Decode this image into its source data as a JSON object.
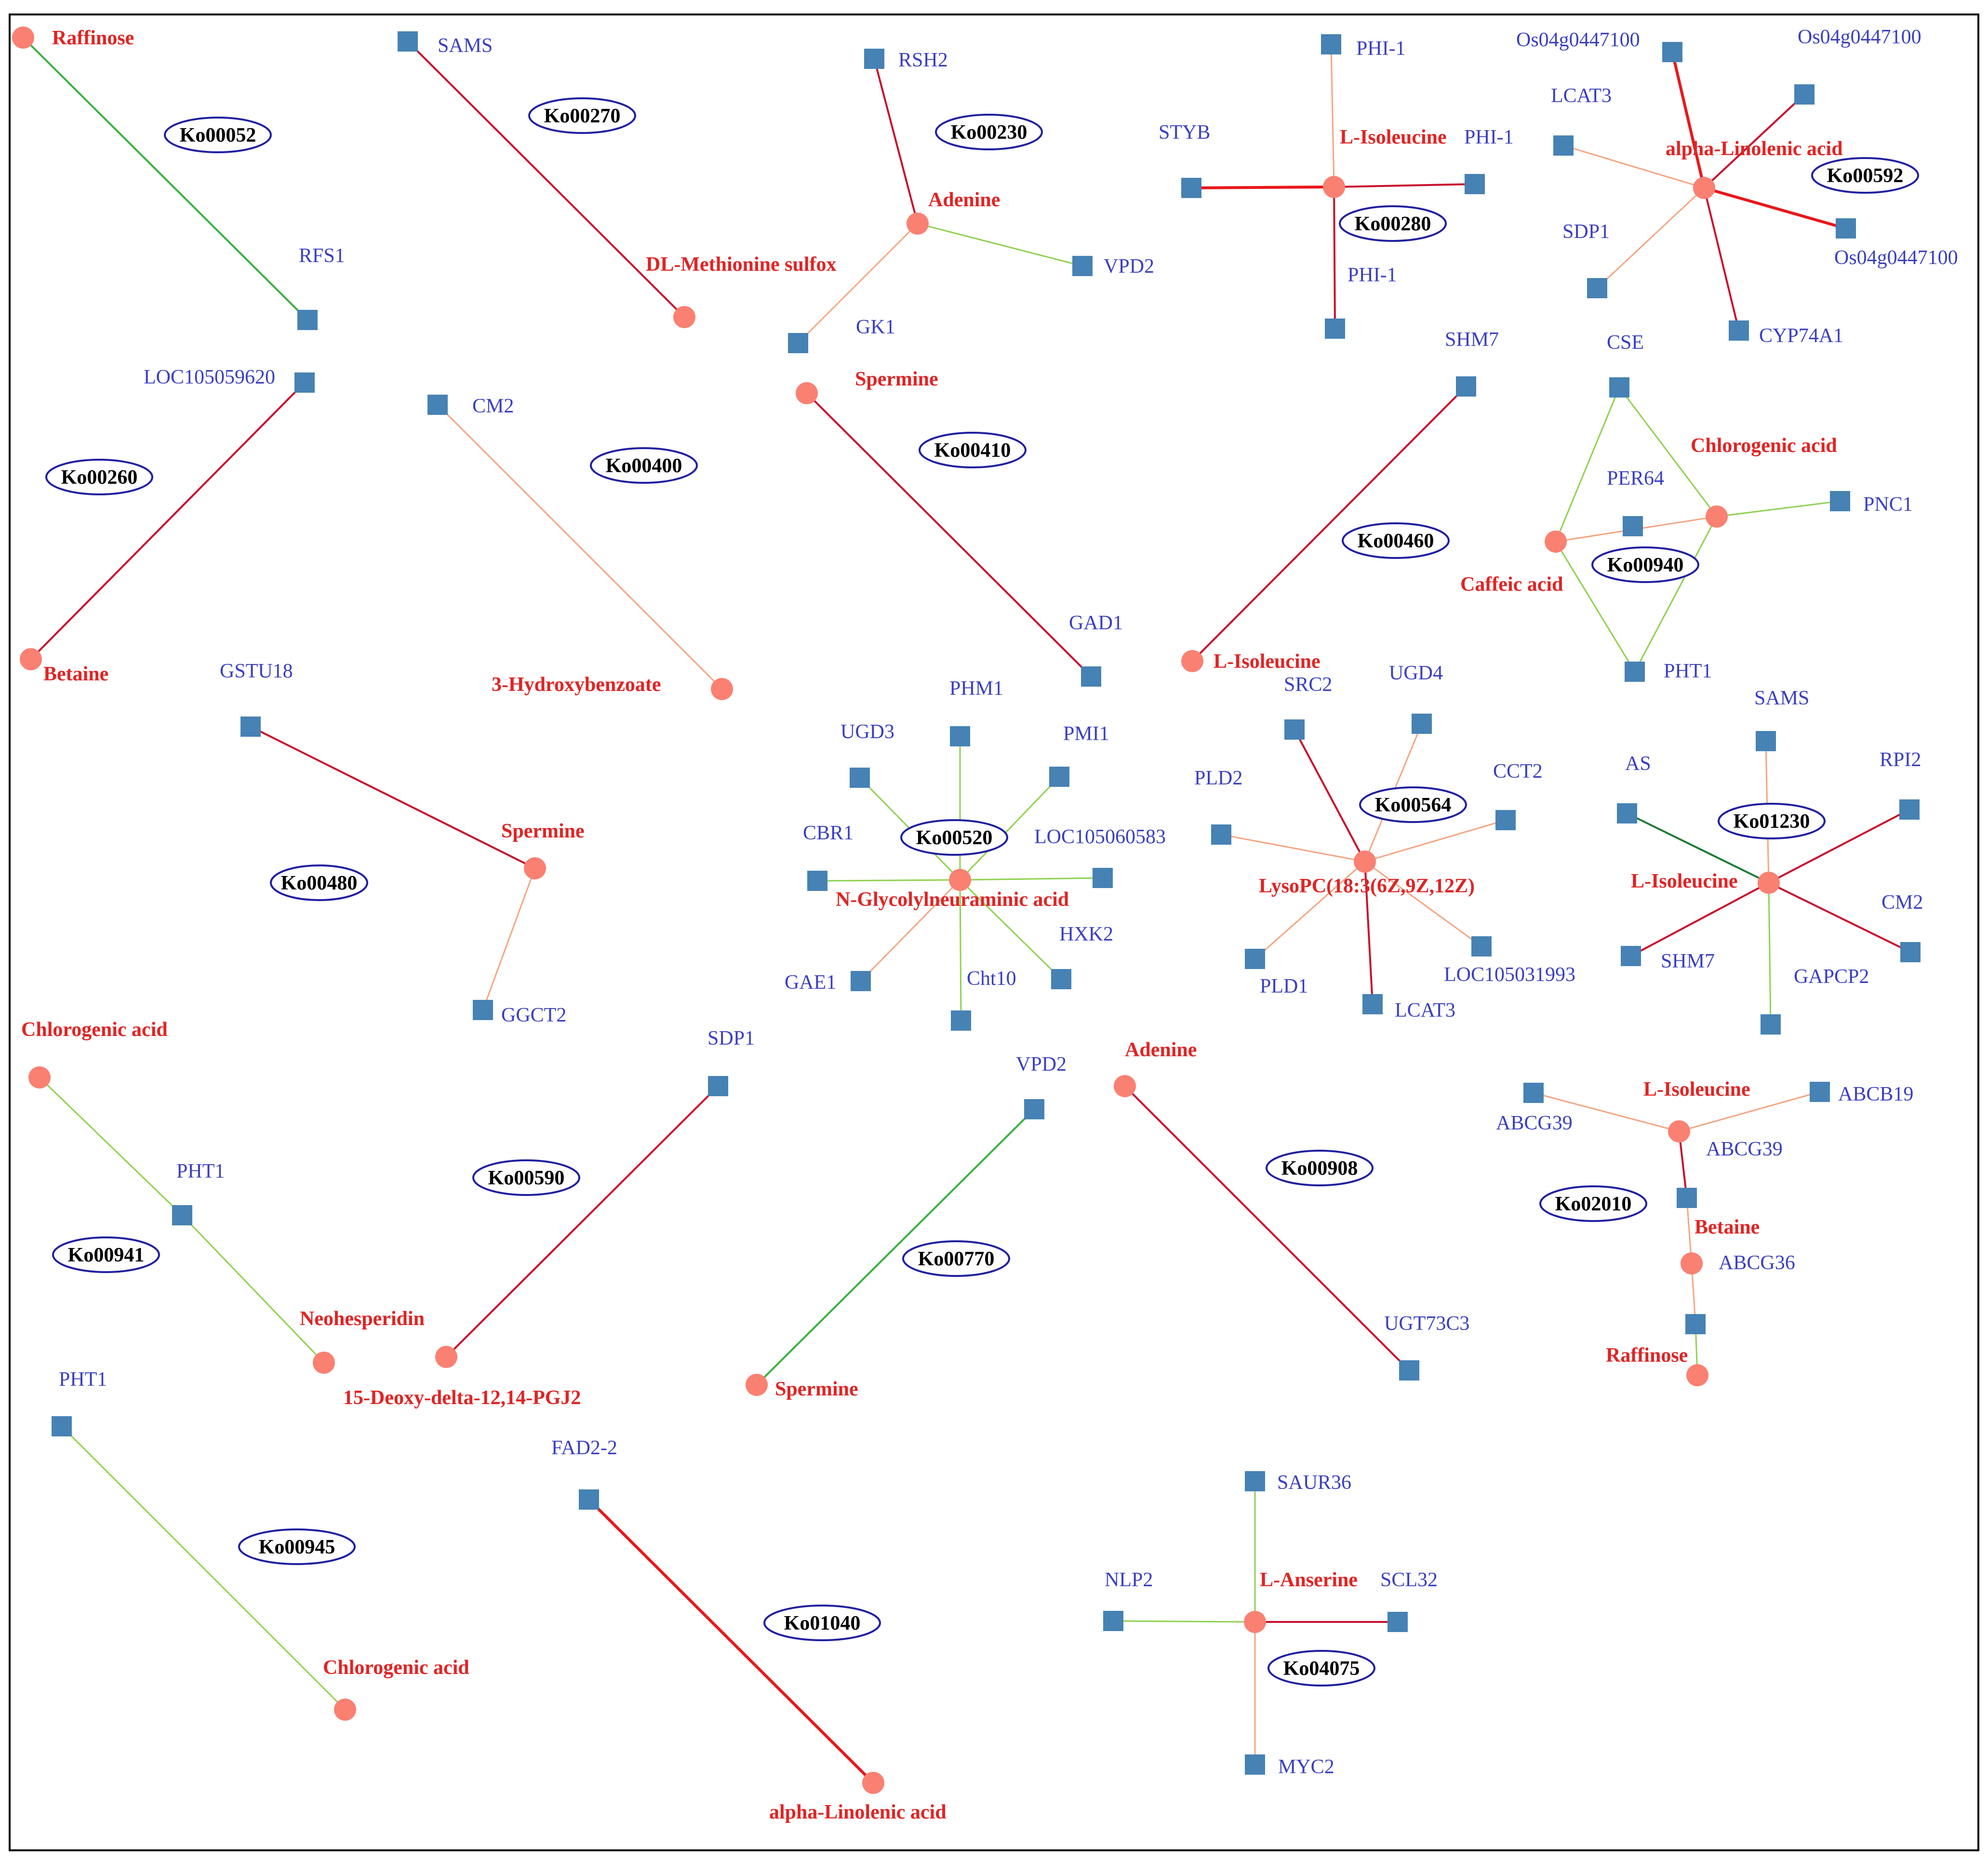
{
  "colors": {
    "gene": "#4682b4",
    "metabolite": "#fa8072",
    "gene_label": "#3a3fc0",
    "metabolite_label": "#e02424",
    "ko_border": "#2020a0",
    "frame": "#000000",
    "edge_crimson": "#c8102e",
    "edge_red": "#e8171c",
    "edge_salmon": "#f4a582",
    "edge_lightgreen": "#8fd14f",
    "edge_green": "#3cb043",
    "edge_darkgreen": "#1e7b34"
  },
  "clusters": [
    {
      "ko": "Ko00052",
      "nodes": [
        {
          "id": "c1m1",
          "type": "metabolite",
          "label": "Raffinose"
        },
        {
          "id": "c1g1",
          "type": "gene",
          "label": "RFS1"
        }
      ],
      "edges": [
        {
          "from": "c1m1",
          "to": "c1g1",
          "color": "edge_green"
        }
      ]
    },
    {
      "ko": "Ko00270",
      "nodes": [
        {
          "id": "c2g1",
          "type": "gene",
          "label": "SAMS"
        },
        {
          "id": "c2m1",
          "type": "metabolite",
          "label": "DL-Methionine sulfox"
        }
      ],
      "edges": [
        {
          "from": "c2g1",
          "to": "c2m1",
          "color": "edge_crimson"
        }
      ]
    },
    {
      "ko": "Ko00230",
      "nodes": [
        {
          "id": "c3g1",
          "type": "gene",
          "label": "RSH2"
        },
        {
          "id": "c3m1",
          "type": "metabolite",
          "label": "Adenine"
        },
        {
          "id": "c3g2",
          "type": "gene",
          "label": "VPD2"
        },
        {
          "id": "c3g3",
          "type": "gene",
          "label": "GK1"
        }
      ],
      "edges": [
        {
          "from": "c3g1",
          "to": "c3m1",
          "color": "edge_crimson"
        },
        {
          "from": "c3m1",
          "to": "c3g2",
          "color": "edge_lightgreen"
        },
        {
          "from": "c3m1",
          "to": "c3g3",
          "color": "edge_salmon"
        }
      ]
    },
    {
      "ko": "Ko00280",
      "nodes": [
        {
          "id": "c4g1",
          "type": "gene",
          "label": "PHI-1"
        },
        {
          "id": "c4m1",
          "type": "metabolite",
          "label": "L-Isoleucine"
        },
        {
          "id": "c4g2",
          "type": "gene",
          "label": "STYB"
        },
        {
          "id": "c4g3",
          "type": "gene",
          "label": "PHI-1"
        },
        {
          "id": "c4g4",
          "type": "gene",
          "label": "PHI-1"
        }
      ],
      "edges": [
        {
          "from": "c4g1",
          "to": "c4m1",
          "color": "edge_salmon"
        },
        {
          "from": "c4m1",
          "to": "c4g2",
          "color": "edge_red"
        },
        {
          "from": "c4m1",
          "to": "c4g3",
          "color": "edge_crimson"
        },
        {
          "from": "c4m1",
          "to": "c4g4",
          "color": "edge_crimson"
        }
      ]
    },
    {
      "ko": "Ko00592",
      "nodes": [
        {
          "id": "c5g1",
          "type": "gene",
          "label": "Os04g0447100"
        },
        {
          "id": "c5g2",
          "type": "gene",
          "label": "Os04g0447100"
        },
        {
          "id": "c5g3",
          "type": "gene",
          "label": "LCAT3"
        },
        {
          "id": "c5m1",
          "type": "metabolite",
          "label": "alpha-Linolenic acid"
        },
        {
          "id": "c5g4",
          "type": "gene",
          "label": "SDP1"
        },
        {
          "id": "c5g5",
          "type": "gene",
          "label": "Os04g0447100"
        },
        {
          "id": "c5g6",
          "type": "gene",
          "label": "CYP74A1"
        }
      ],
      "edges": [
        {
          "from": "c5m1",
          "to": "c5g1",
          "color": "edge_red"
        },
        {
          "from": "c5m1",
          "to": "c5g2",
          "color": "edge_crimson"
        },
        {
          "from": "c5m1",
          "to": "c5g3",
          "color": "edge_salmon"
        },
        {
          "from": "c5m1",
          "to": "c5g4",
          "color": "edge_salmon"
        },
        {
          "from": "c5m1",
          "to": "c5g5",
          "color": "edge_red"
        },
        {
          "from": "c5m1",
          "to": "c5g6",
          "color": "edge_crimson"
        }
      ]
    },
    {
      "ko": "Ko00260",
      "nodes": [
        {
          "id": "c6g1",
          "type": "gene",
          "label": "LOC105059620"
        },
        {
          "id": "c6m1",
          "type": "metabolite",
          "label": "Betaine"
        }
      ],
      "edges": [
        {
          "from": "c6g1",
          "to": "c6m1",
          "color": "edge_crimson"
        }
      ]
    },
    {
      "ko": "Ko00400",
      "nodes": [
        {
          "id": "c7g1",
          "type": "gene",
          "label": "CM2"
        },
        {
          "id": "c7m1",
          "type": "metabolite",
          "label": "3-Hydroxybenzoate"
        }
      ],
      "edges": [
        {
          "from": "c7g1",
          "to": "c7m1",
          "color": "edge_salmon"
        }
      ]
    },
    {
      "ko": "Ko00410",
      "nodes": [
        {
          "id": "c8m1",
          "type": "metabolite",
          "label": "Spermine"
        },
        {
          "id": "c8g1",
          "type": "gene",
          "label": "GAD1"
        }
      ],
      "edges": [
        {
          "from": "c8m1",
          "to": "c8g1",
          "color": "edge_crimson"
        }
      ]
    },
    {
      "ko": "Ko00460",
      "nodes": [
        {
          "id": "c9g1",
          "type": "gene",
          "label": "SHM7"
        },
        {
          "id": "c9m1",
          "type": "metabolite",
          "label": "L-Isoleucine"
        }
      ],
      "edges": [
        {
          "from": "c9g1",
          "to": "c9m1",
          "color": "edge_crimson"
        }
      ]
    },
    {
      "ko": "Ko00940",
      "nodes": [
        {
          "id": "c10g1",
          "type": "gene",
          "label": "CSE"
        },
        {
          "id": "c10m1",
          "type": "metabolite",
          "label": "Chlorogenic acid"
        },
        {
          "id": "c10g2",
          "type": "gene",
          "label": "PER64"
        },
        {
          "id": "c10g3",
          "type": "gene",
          "label": "PNC1"
        },
        {
          "id": "c10m2",
          "type": "metabolite",
          "label": "Caffeic acid"
        },
        {
          "id": "c10g4",
          "type": "gene",
          "label": "PHT1"
        }
      ],
      "edges": [
        {
          "from": "c10g1",
          "to": "c10m2",
          "color": "edge_lightgreen"
        },
        {
          "from": "c10g1",
          "to": "c10m1",
          "color": "edge_lightgreen"
        },
        {
          "from": "c10m2",
          "to": "c10m1",
          "color": "edge_salmon"
        },
        {
          "from": "c10m1",
          "to": "c10g3",
          "color": "edge_lightgreen"
        },
        {
          "from": "c10m2",
          "to": "c10g4",
          "color": "edge_lightgreen"
        },
        {
          "from": "c10m1",
          "to": "c10g4",
          "color": "edge_lightgreen"
        }
      ]
    },
    {
      "ko": "Ko00480",
      "nodes": [
        {
          "id": "c11g1",
          "type": "gene",
          "label": "GSTU18"
        },
        {
          "id": "c11m1",
          "type": "metabolite",
          "label": "Spermine"
        },
        {
          "id": "c11g2",
          "type": "gene",
          "label": "GGCT2"
        }
      ],
      "edges": [
        {
          "from": "c11g1",
          "to": "c11m1",
          "color": "edge_crimson"
        },
        {
          "from": "c11m1",
          "to": "c11g2",
          "color": "edge_salmon"
        }
      ]
    },
    {
      "ko": "Ko00520",
      "nodes": [
        {
          "id": "c12m1",
          "type": "metabolite",
          "label": "N-Glycolylneuraminic acid"
        },
        {
          "id": "c12g1",
          "type": "gene",
          "label": "PHM1"
        },
        {
          "id": "c12g2",
          "type": "gene",
          "label": "UGD3"
        },
        {
          "id": "c12g3",
          "type": "gene",
          "label": "PMI1"
        },
        {
          "id": "c12g4",
          "type": "gene",
          "label": "CBR1"
        },
        {
          "id": "c12g5",
          "type": "gene",
          "label": "LOC105060583"
        },
        {
          "id": "c12g6",
          "type": "gene",
          "label": "GAE1"
        },
        {
          "id": "c12g7",
          "type": "gene",
          "label": "Cht10"
        },
        {
          "id": "c12g8",
          "type": "gene",
          "label": "HXK2"
        }
      ],
      "edges": [
        {
          "from": "c12m1",
          "to": "c12g1",
          "color": "edge_lightgreen"
        },
        {
          "from": "c12m1",
          "to": "c12g2",
          "color": "edge_lightgreen"
        },
        {
          "from": "c12m1",
          "to": "c12g3",
          "color": "edge_lightgreen"
        },
        {
          "from": "c12m1",
          "to": "c12g4",
          "color": "edge_lightgreen"
        },
        {
          "from": "c12m1",
          "to": "c12g5",
          "color": "edge_lightgreen"
        },
        {
          "from": "c12m1",
          "to": "c12g6",
          "color": "edge_salmon"
        },
        {
          "from": "c12m1",
          "to": "c12g7",
          "color": "edge_lightgreen"
        },
        {
          "from": "c12m1",
          "to": "c12g8",
          "color": "edge_lightgreen"
        }
      ]
    },
    {
      "ko": "Ko00564",
      "nodes": [
        {
          "id": "c13m1",
          "type": "metabolite",
          "label": "LysoPC(18:3(6Z,9Z,12Z)"
        },
        {
          "id": "c13g1",
          "type": "gene",
          "label": "SRC2"
        },
        {
          "id": "c13g2",
          "type": "gene",
          "label": "UGD4"
        },
        {
          "id": "c13g3",
          "type": "gene",
          "label": "PLD2"
        },
        {
          "id": "c13g4",
          "type": "gene",
          "label": "CCT2"
        },
        {
          "id": "c13g5",
          "type": "gene",
          "label": "PLD1"
        },
        {
          "id": "c13g6",
          "type": "gene",
          "label": "LCAT3"
        },
        {
          "id": "c13g7",
          "type": "gene",
          "label": "LOC105031993"
        }
      ],
      "edges": [
        {
          "from": "c13m1",
          "to": "c13g1",
          "color": "edge_crimson"
        },
        {
          "from": "c13m1",
          "to": "c13g2",
          "color": "edge_salmon"
        },
        {
          "from": "c13m1",
          "to": "c13g3",
          "color": "edge_salmon"
        },
        {
          "from": "c13m1",
          "to": "c13g4",
          "color": "edge_salmon"
        },
        {
          "from": "c13m1",
          "to": "c13g5",
          "color": "edge_salmon"
        },
        {
          "from": "c13m1",
          "to": "c13g6",
          "color": "edge_crimson"
        },
        {
          "from": "c13m1",
          "to": "c13g7",
          "color": "edge_salmon"
        }
      ]
    },
    {
      "ko": "Ko01230",
      "nodes": [
        {
          "id": "c14m1",
          "type": "metabolite",
          "label": "L-Isoleucine"
        },
        {
          "id": "c14g1",
          "type": "gene",
          "label": "SAMS"
        },
        {
          "id": "c14g2",
          "type": "gene",
          "label": "AS"
        },
        {
          "id": "c14g3",
          "type": "gene",
          "label": "RPI2"
        },
        {
          "id": "c14g4",
          "type": "gene",
          "label": "CM2"
        },
        {
          "id": "c14g5",
          "type": "gene",
          "label": "SHM7"
        },
        {
          "id": "c14g6",
          "type": "gene",
          "label": "GAPCP2"
        }
      ],
      "edges": [
        {
          "from": "c14m1",
          "to": "c14g1",
          "color": "edge_salmon"
        },
        {
          "from": "c14m1",
          "to": "c14g2",
          "color": "edge_darkgreen"
        },
        {
          "from": "c14m1",
          "to": "c14g3",
          "color": "edge_crimson"
        },
        {
          "from": "c14m1",
          "to": "c14g4",
          "color": "edge_crimson"
        },
        {
          "from": "c14m1",
          "to": "c14g5",
          "color": "edge_crimson"
        },
        {
          "from": "c14m1",
          "to": "c14g6",
          "color": "edge_lightgreen"
        }
      ]
    },
    {
      "ko": "Ko00941",
      "nodes": [
        {
          "id": "c15m1",
          "type": "metabolite",
          "label": "Chlorogenic acid"
        },
        {
          "id": "c15g1",
          "type": "gene",
          "label": "PHT1"
        },
        {
          "id": "c15m2",
          "type": "metabolite",
          "label": "Neohesperidin"
        }
      ],
      "edges": [
        {
          "from": "c15m1",
          "to": "c15g1",
          "color": "edge_lightgreen"
        },
        {
          "from": "c15g1",
          "to": "c15m2",
          "color": "edge_lightgreen"
        }
      ]
    },
    {
      "ko": "Ko00590",
      "nodes": [
        {
          "id": "c16g1",
          "type": "gene",
          "label": "SDP1"
        },
        {
          "id": "c16m1",
          "type": "metabolite",
          "label": "15-Deoxy-delta-12,14-PGJ2"
        }
      ],
      "edges": [
        {
          "from": "c16g1",
          "to": "c16m1",
          "color": "edge_crimson"
        }
      ]
    },
    {
      "ko": "Ko00770",
      "nodes": [
        {
          "id": "c17g1",
          "type": "gene",
          "label": "VPD2"
        },
        {
          "id": "c17m1",
          "type": "metabolite",
          "label": "Spermine"
        }
      ],
      "edges": [
        {
          "from": "c17g1",
          "to": "c17m1",
          "color": "edge_green"
        }
      ]
    },
    {
      "ko": "Ko00908",
      "nodes": [
        {
          "id": "c18m1",
          "type": "metabolite",
          "label": "Adenine"
        },
        {
          "id": "c18g1",
          "type": "gene",
          "label": "UGT73C3"
        }
      ],
      "edges": [
        {
          "from": "c18m1",
          "to": "c18g1",
          "color": "edge_crimson"
        }
      ]
    },
    {
      "ko": "Ko02010",
      "nodes": [
        {
          "id": "c19m1",
          "type": "metabolite",
          "label": "L-Isoleucine"
        },
        {
          "id": "c19g1",
          "type": "gene",
          "label": "ABCG39"
        },
        {
          "id": "c19g2",
          "type": "gene",
          "label": "ABCB19"
        },
        {
          "id": "c19g3",
          "type": "gene",
          "label": "ABCG39"
        },
        {
          "id": "c19m2",
          "type": "metabolite",
          "label": "Betaine"
        },
        {
          "id": "c19g4",
          "type": "gene",
          "label": "ABCG36"
        },
        {
          "id": "c19m3",
          "type": "metabolite",
          "label": "Raffinose"
        }
      ],
      "edges": [
        {
          "from": "c19m1",
          "to": "c19g1",
          "color": "edge_salmon"
        },
        {
          "from": "c19m1",
          "to": "c19g2",
          "color": "edge_salmon"
        },
        {
          "from": "c19m1",
          "to": "c19g3",
          "color": "edge_crimson"
        },
        {
          "from": "c19g3",
          "to": "c19m2",
          "color": "edge_salmon"
        },
        {
          "from": "c19m2",
          "to": "c19g4",
          "color": "edge_salmon"
        },
        {
          "from": "c19g4",
          "to": "c19m3",
          "color": "edge_lightgreen"
        }
      ]
    },
    {
      "ko": "Ko00945",
      "nodes": [
        {
          "id": "c20g1",
          "type": "gene",
          "label": "PHT1"
        },
        {
          "id": "c20m1",
          "type": "metabolite",
          "label": "Chlorogenic acid"
        }
      ],
      "edges": [
        {
          "from": "c20g1",
          "to": "c20m1",
          "color": "edge_lightgreen"
        }
      ]
    },
    {
      "ko": "Ko01040",
      "nodes": [
        {
          "id": "c21g1",
          "type": "gene",
          "label": "FAD2-2"
        },
        {
          "id": "c21m1",
          "type": "metabolite",
          "label": "alpha-Linolenic acid"
        }
      ],
      "edges": [
        {
          "from": "c21g1",
          "to": "c21m1",
          "color": "edge_red"
        }
      ]
    },
    {
      "ko": "Ko04075",
      "nodes": [
        {
          "id": "c22m1",
          "type": "metabolite",
          "label": "L-Anserine"
        },
        {
          "id": "c22g1",
          "type": "gene",
          "label": "SAUR36"
        },
        {
          "id": "c22g2",
          "type": "gene",
          "label": "NLP2"
        },
        {
          "id": "c22g3",
          "type": "gene",
          "label": "SCL32"
        },
        {
          "id": "c22g4",
          "type": "gene",
          "label": "MYC2"
        }
      ],
      "edges": [
        {
          "from": "c22m1",
          "to": "c22g1",
          "color": "edge_lightgreen"
        },
        {
          "from": "c22m1",
          "to": "c22g2",
          "color": "edge_lightgreen"
        },
        {
          "from": "c22m1",
          "to": "c22g3",
          "color": "edge_crimson"
        },
        {
          "from": "c22m1",
          "to": "c22g4",
          "color": "edge_salmon"
        }
      ]
    }
  ]
}
